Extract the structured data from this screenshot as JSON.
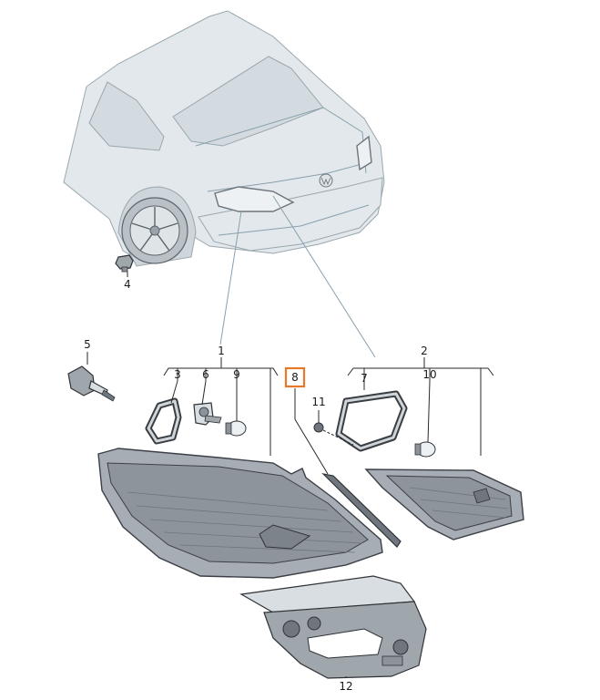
{
  "diagram": {
    "callouts": [
      {
        "id": "1",
        "label": "1"
      },
      {
        "id": "2",
        "label": "2"
      },
      {
        "id": "3",
        "label": "3"
      },
      {
        "id": "4",
        "label": "4"
      },
      {
        "id": "5",
        "label": "5"
      },
      {
        "id": "6",
        "label": "6"
      },
      {
        "id": "7",
        "label": "7"
      },
      {
        "id": "8",
        "label": "8"
      },
      {
        "id": "9",
        "label": "9"
      },
      {
        "id": "10",
        "label": "10"
      },
      {
        "id": "11",
        "label": "11"
      },
      {
        "id": "12",
        "label": "12"
      }
    ],
    "highlighted_callout": "8",
    "colors": {
      "highlight": "#e8782a",
      "linework": "#2f3338",
      "car_body": "#e2e8ec"
    }
  }
}
